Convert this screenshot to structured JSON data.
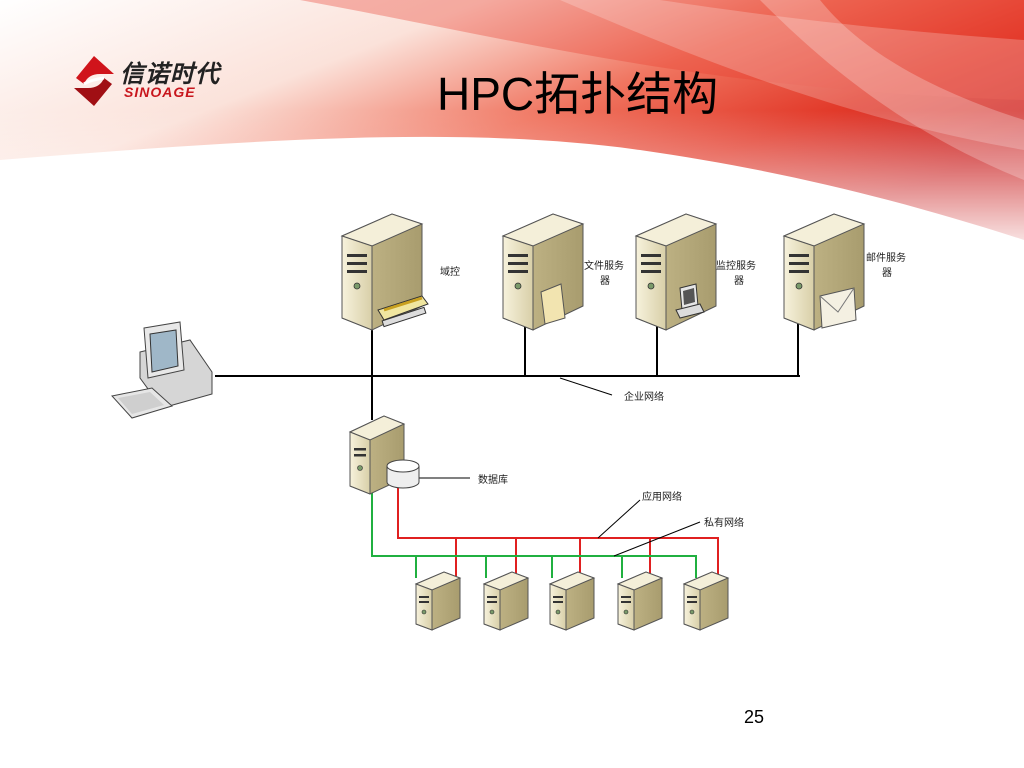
{
  "brand": {
    "name_cn": "信诺时代",
    "name_en": "SINOAGE"
  },
  "slide": {
    "title": "HPC拓扑结构",
    "page_number": "25"
  },
  "nodes": {
    "domain_controller": {
      "label": "域控"
    },
    "file_server": {
      "label_line1": "文件服务",
      "label_line2": "器"
    },
    "monitor_server": {
      "label_line1": "监控服务",
      "label_line2": "器"
    },
    "mail_server": {
      "label_line1": "邮件服务",
      "label_line2": "器"
    },
    "database": {
      "label": "数据库"
    }
  },
  "networks": {
    "enterprise": {
      "label": "企业网络",
      "color": "#000000"
    },
    "application": {
      "label": "应用网络",
      "color": "#e02020"
    },
    "private": {
      "label": "私有网络",
      "color": "#20b040"
    }
  },
  "colors": {
    "accent": "#d0141b",
    "server_body": "#eee7c8"
  }
}
